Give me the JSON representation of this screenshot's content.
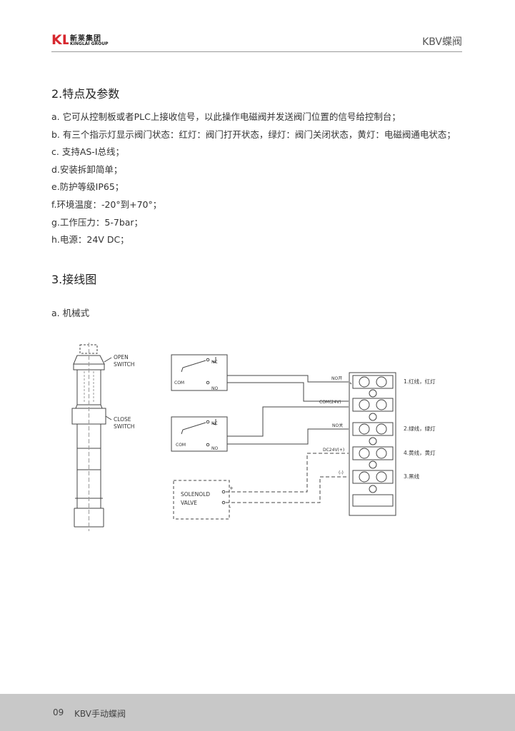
{
  "header": {
    "logo_mark": "KL",
    "logo_cn": "新莱集团",
    "logo_en": "KINGLAI GROUP",
    "title": "KBV蝶阀",
    "brand_color": "#d7282f"
  },
  "section2": {
    "title": "2.特点及参数",
    "items": [
      "a. 它可从控制板或者PLC上接收信号，以此操作电磁阀并发送阀门位置的信号给控制台；",
      "b. 有三个指示灯显示阀门状态：红灯：阀门打开状态，绿灯：阀门关闭状态，黄灯：电磁阀通电状态；",
      "c. 支持AS-I总线；",
      "d.安装拆卸简单；",
      "e.防护等级IP65；",
      "f.环境温度：-20°到+70°；",
      "g.工作压力：5-7bar；",
      "h.电源：24V DC；"
    ]
  },
  "section3": {
    "title": "3.接线图",
    "subtitle": "a. 机械式"
  },
  "diagram": {
    "open_switch": [
      "OPEN",
      "SWITCH"
    ],
    "close_switch": [
      "CLOSE",
      "SWITCH"
    ],
    "switch_labels": {
      "nc": "NC",
      "no": "NO",
      "com": "COM"
    },
    "solenoid": [
      "SOLENOLD",
      "VALVE"
    ],
    "plus": "+",
    "minus": "-",
    "terminals": [
      "NO开",
      "COM(24V)",
      "NO关",
      "DC24V(+)",
      "(-)"
    ],
    "wires": [
      "1.红线，红灯",
      "2.绿线，绿灯",
      "4.黄线，黄灯",
      "3.黑线"
    ]
  },
  "footer": {
    "page": "09",
    "title": "KBV手动蝶阀"
  }
}
